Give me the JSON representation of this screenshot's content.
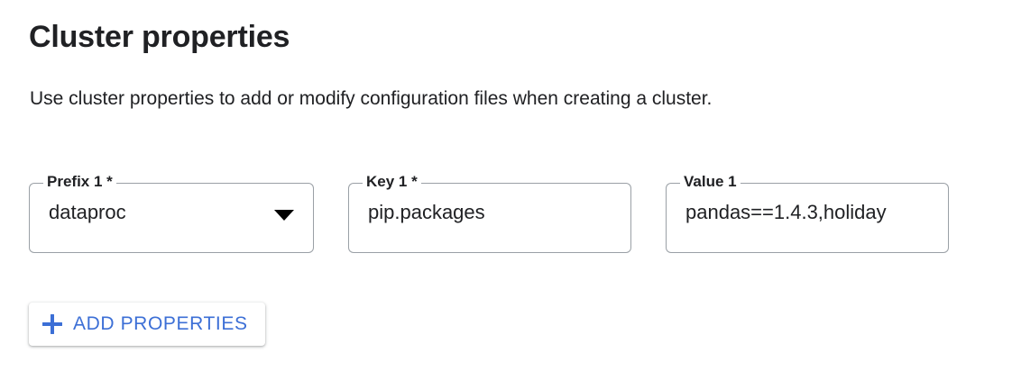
{
  "section": {
    "title": "Cluster properties",
    "description": "Use cluster properties to add or modify configuration files when creating a cluster."
  },
  "fields": [
    {
      "name": "prefix",
      "label": "Prefix 1 *",
      "value": "dataproc",
      "type": "select",
      "required": true,
      "icon": "chevron-down-icon"
    },
    {
      "name": "key",
      "label": "Key 1 *",
      "value": "pip.packages",
      "type": "text",
      "required": true
    },
    {
      "name": "value",
      "label": "Value 1",
      "value": "pandas==1.4.3,holiday",
      "type": "text",
      "required": false
    }
  ],
  "add_button": {
    "label": "ADD PROPERTIES",
    "icon": "plus-icon"
  },
  "colors": {
    "accent_blue": "#3c6fd6",
    "text_primary": "#202124",
    "field_border": "#9aa0a6",
    "background": "#ffffff"
  }
}
